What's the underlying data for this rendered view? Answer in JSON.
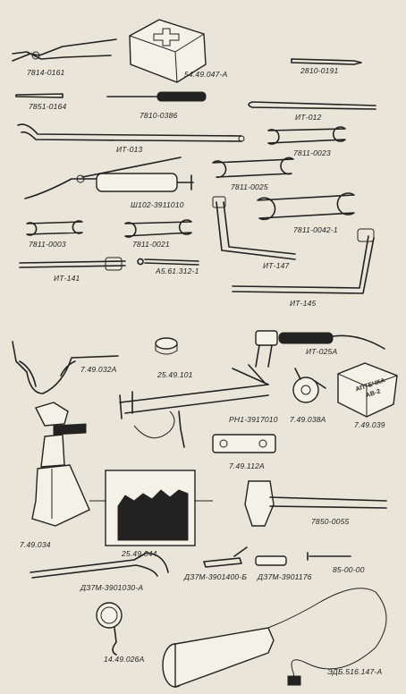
{
  "labels": {
    "pliers": "7814-0161",
    "first_aid_kit": "54.49.047-A",
    "chisel": "2810-0191",
    "punch": "7851-0164",
    "screwdriver": "7810-0386",
    "pry_bar": "ИТ-012",
    "long_lever": "ИТ-013",
    "spanner_0023": "7811-0023",
    "spanner_0025": "7811-0025",
    "grease_gun": "Ш102-3911010",
    "spanner_0042": "7811-0042-1",
    "spanner_0003": "7811-0003",
    "spanner_0021": "7811-0021",
    "l_wrench": "ИТ-147",
    "box_handle": "ИТ-141",
    "small_tool": "А5.61.312-1",
    "tube_wrench": "ИТ-145",
    "jack_handle": "7.49.032А",
    "plug": "25.49.101",
    "lamp": "ИТ-025А",
    "tire_pump": "РН1-3917010",
    "clamp": "7.49.038А",
    "pharmacy_box": "7.49.039",
    "socket_tool": "7.49.112А",
    "jack": "7.49.034",
    "hammer": "7850-0055",
    "pouch": "25.49.044",
    "pocket_knife": "ДЗ7М-3901400-Б",
    "bulb_tool": "ДЗ7М-3901176",
    "feeler": "85-00-00",
    "crank_wrench": "ДЗ7М-3901030-А",
    "pressure_gauge": "14.49.026А",
    "horn_lamp": "ЭДБ.516.147-А"
  },
  "box_text": "АПТЕЧКА АВ-2"
}
